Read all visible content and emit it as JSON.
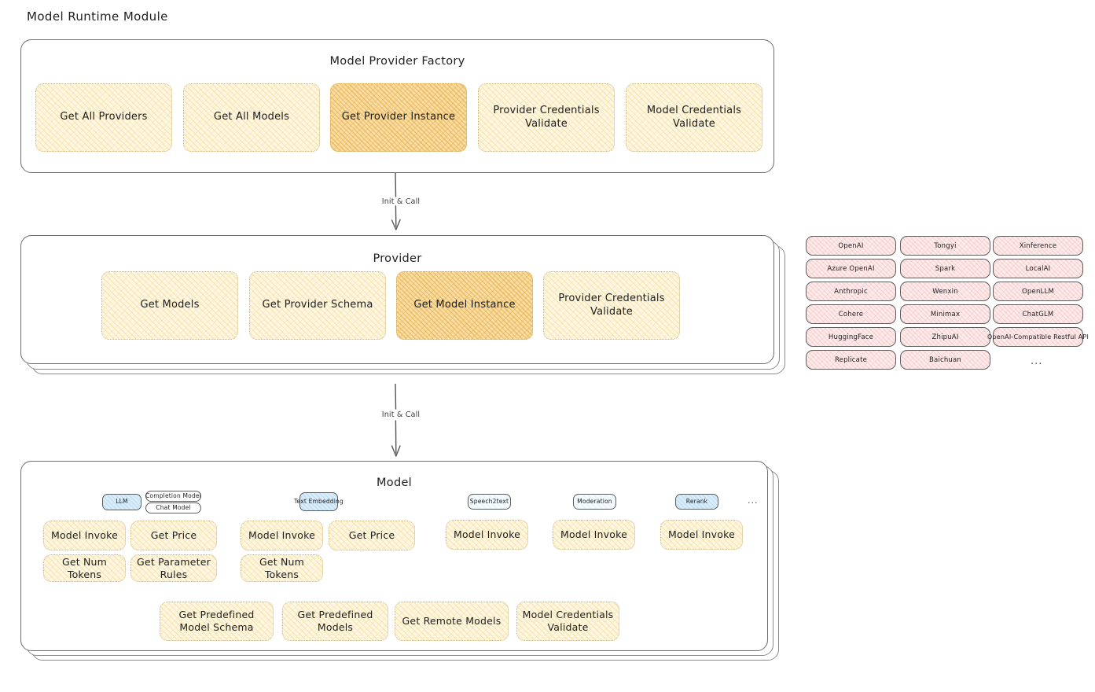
{
  "page": {
    "title": "Model Runtime Module",
    "background": "#ffffff",
    "accent_yellow": "#fdf6e0",
    "accent_yellow_highlight": "#f8dca6",
    "accent_pink": "#fdeaea",
    "accent_blue": "#d9ecfa"
  },
  "arrows": {
    "factory_to_provider": "Init & Call",
    "provider_to_model": "Init & Call"
  },
  "factory": {
    "title": "Model Provider Factory",
    "nodes": [
      {
        "label": "Get All Providers",
        "highlighted": false
      },
      {
        "label": "Get All Models",
        "highlighted": false
      },
      {
        "label": "Get Provider Instance",
        "highlighted": true
      },
      {
        "label": "Provider Credentials Validate",
        "highlighted": false
      },
      {
        "label": "Model Credentials Validate",
        "highlighted": false
      }
    ]
  },
  "provider": {
    "title": "Provider",
    "nodes": [
      {
        "label": "Get Models",
        "highlighted": false
      },
      {
        "label": "Get Provider Schema",
        "highlighted": false
      },
      {
        "label": "Get Model Instance",
        "highlighted": true
      },
      {
        "label": "Provider Credentials Validate",
        "highlighted": false
      }
    ]
  },
  "provider_list": {
    "ellipsis": "...",
    "columns": [
      [
        "OpenAI",
        "Azure OpenAI",
        "Anthropic",
        "Cohere",
        "HuggingFace",
        "Replicate"
      ],
      [
        "Tongyi",
        "Spark",
        "Wenxin",
        "Minimax",
        "ZhipuAI",
        "Baichuan"
      ],
      [
        "Xinference",
        "LocalAI",
        "OpenLLM",
        "ChatGLM",
        "OpenAI-Compatible Restful API"
      ]
    ]
  },
  "model": {
    "title": "Model",
    "ellipsis": "...",
    "types": [
      {
        "badge": "LLM",
        "badge_style": "blue",
        "sub_badges": [
          "Completion Model",
          "Chat Model"
        ],
        "nodes": [
          {
            "label": "Model Invoke",
            "highlighted": true
          },
          {
            "label": "Get Price",
            "highlighted": false
          },
          {
            "label": "Get Num Tokens",
            "highlighted": false
          },
          {
            "label": "Get Parameter Rules",
            "highlighted": false
          }
        ]
      },
      {
        "badge": "Text Embedding",
        "badge_style": "blue",
        "sub_badges": [],
        "nodes": [
          {
            "label": "Model Invoke",
            "highlighted": true
          },
          {
            "label": "Get Price",
            "highlighted": false
          },
          {
            "label": "Get Num Tokens",
            "highlighted": false
          }
        ]
      },
      {
        "badge": "Speech2text",
        "badge_style": "pale",
        "sub_badges": [],
        "nodes": [
          {
            "label": "Model Invoke",
            "highlighted": true
          }
        ]
      },
      {
        "badge": "Moderation",
        "badge_style": "pale",
        "sub_badges": [],
        "nodes": [
          {
            "label": "Model Invoke",
            "highlighted": true
          }
        ]
      },
      {
        "badge": "Rerank",
        "badge_style": "blue",
        "sub_badges": [],
        "nodes": [
          {
            "label": "Model Invoke",
            "highlighted": true
          }
        ]
      }
    ],
    "shared_nodes": [
      {
        "label": "Get Predefined Model Schema"
      },
      {
        "label": "Get Predefined Models"
      },
      {
        "label": "Get Remote Models"
      },
      {
        "label": "Model Credentials Validate"
      }
    ]
  }
}
